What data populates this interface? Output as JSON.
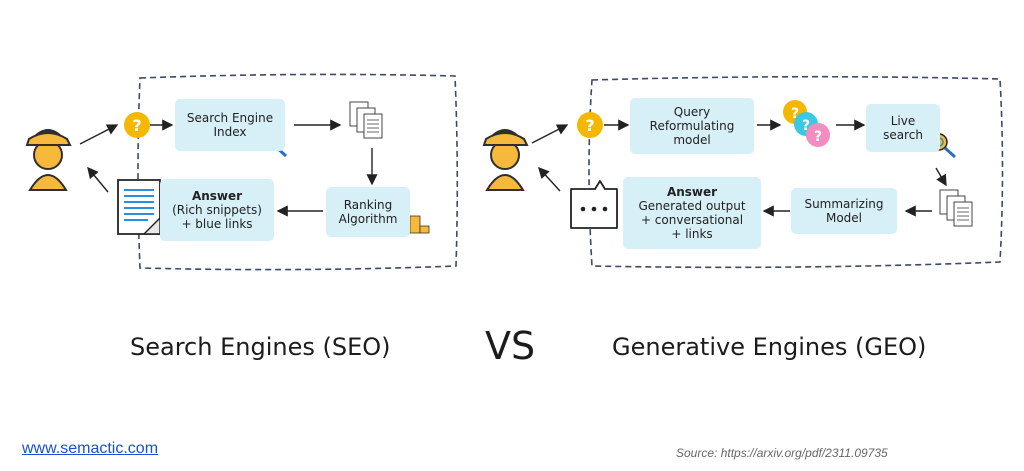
{
  "seo": {
    "index_box": {
      "line1": "Search Engine",
      "line2": "Index"
    },
    "ranking_box": {
      "line1": "Ranking",
      "line2": "Algorithm"
    },
    "answer_box": {
      "title": "Answer",
      "line1": "(Rich snippets)",
      "line2": "+ blue links"
    },
    "title": "Search Engines (SEO)"
  },
  "vs_label": "VS",
  "geo": {
    "query_box": {
      "line1": "Query",
      "line2": "Reformulating",
      "line3": "model"
    },
    "live_box": {
      "line1": "Live",
      "line2": "search"
    },
    "summ_box": {
      "line1": "Summarizing",
      "line2": "Model"
    },
    "answer_box": {
      "title": "Answer",
      "line1": "Generated output",
      "line2": "+ conversational",
      "line3": "+  links"
    },
    "title": "Generative Engines (GEO)"
  },
  "footer": {
    "link": "www.semactic.com",
    "source": "Source: https://arxiv.org/pdf/2311.09735"
  },
  "colors": {
    "box_fill": "#d7eff7",
    "person": "#f6b93b",
    "question_icon": "#f5b800",
    "dash_border": "#3a4a6b",
    "link": "#1a4fd6"
  }
}
